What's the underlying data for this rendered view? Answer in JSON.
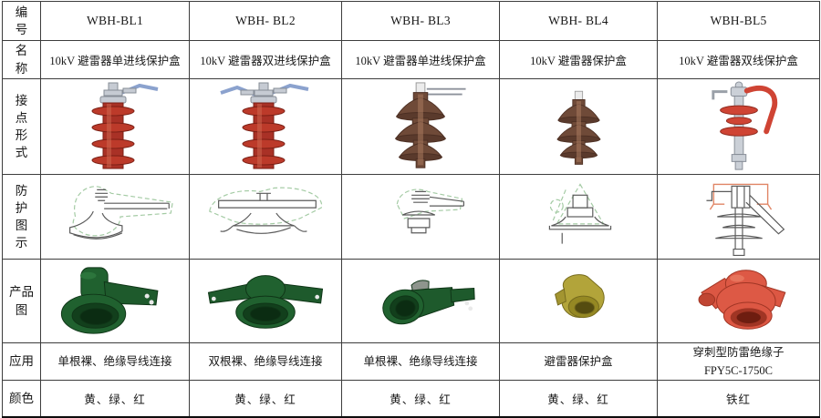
{
  "table": {
    "row_headers": [
      {
        "label": "编号"
      },
      {
        "label": "名称"
      },
      {
        "label": "接点形式"
      },
      {
        "label": "防护图示"
      },
      {
        "label": "产品图"
      },
      {
        "label": "应用"
      },
      {
        "label": "颜色"
      }
    ],
    "columns": [
      {
        "id": "WBH-BL1",
        "name": "10kV 避雷器单进线保护盒",
        "terminal_icon": "red-polymer-arrester-single-lead-photo",
        "diagram_icon": "protection-cover-outline-single-lead",
        "product_icon": "green-cover-single-arm-photo",
        "application": "单根裸、绝缘导线连接",
        "colors": "黄、绿、红"
      },
      {
        "id": "WBH- BL2",
        "name": "10kV 避雷器双进线保护盒",
        "terminal_icon": "red-polymer-arrester-double-lead-photo",
        "diagram_icon": "protection-cover-outline-double-lead",
        "product_icon": "green-cover-double-arm-photo",
        "application": "双根裸、绝缘导线连接",
        "colors": "黄、绿、红"
      },
      {
        "id": "WBH- BL3",
        "name": "10kV 避雷器单进线保护盒",
        "terminal_icon": "brown-porcelain-arrester-lead-photo",
        "diagram_icon": "protection-cover-outline-side-lead",
        "product_icon": "green-funnel-cover-photo",
        "application": "单根裸、绝缘导线连接",
        "colors": "黄、绿、红"
      },
      {
        "id": "WBH- BL4",
        "name": "10kV 避雷器保护盒",
        "terminal_icon": "brown-porcelain-arrester-photo",
        "diagram_icon": "protection-cone-outline",
        "product_icon": "yellow-cone-cover-photo",
        "application": "避雷器保护盒",
        "colors": "黄、绿、红"
      },
      {
        "id": "WBH-BL5",
        "name": "10kV 避雷器双线保护盒",
        "terminal_icon": "red-piercing-insulator-hook-photo",
        "diagram_icon": "piercing-insulator-cover-outline",
        "product_icon": "red-cover-multi-arm-photo",
        "application": "穿刺型防雷绝缘子\nFPY5C-1750C",
        "colors": "铁红"
      }
    ],
    "image_colors": {
      "arrester_red": "#a93126",
      "arrester_brown": "#6f4a38",
      "insulator_red": "#cf4434",
      "metal_gray": "#cbd0d7",
      "wire_blue": "#8ba2ce",
      "diagram_green": "#a4cba4",
      "diagram_black": "#5a5a5a",
      "diagram_red": "#e08565",
      "product_green": "#1e5a2c",
      "product_yellow": "#b2a43a",
      "product_red": "#dc5743"
    }
  }
}
